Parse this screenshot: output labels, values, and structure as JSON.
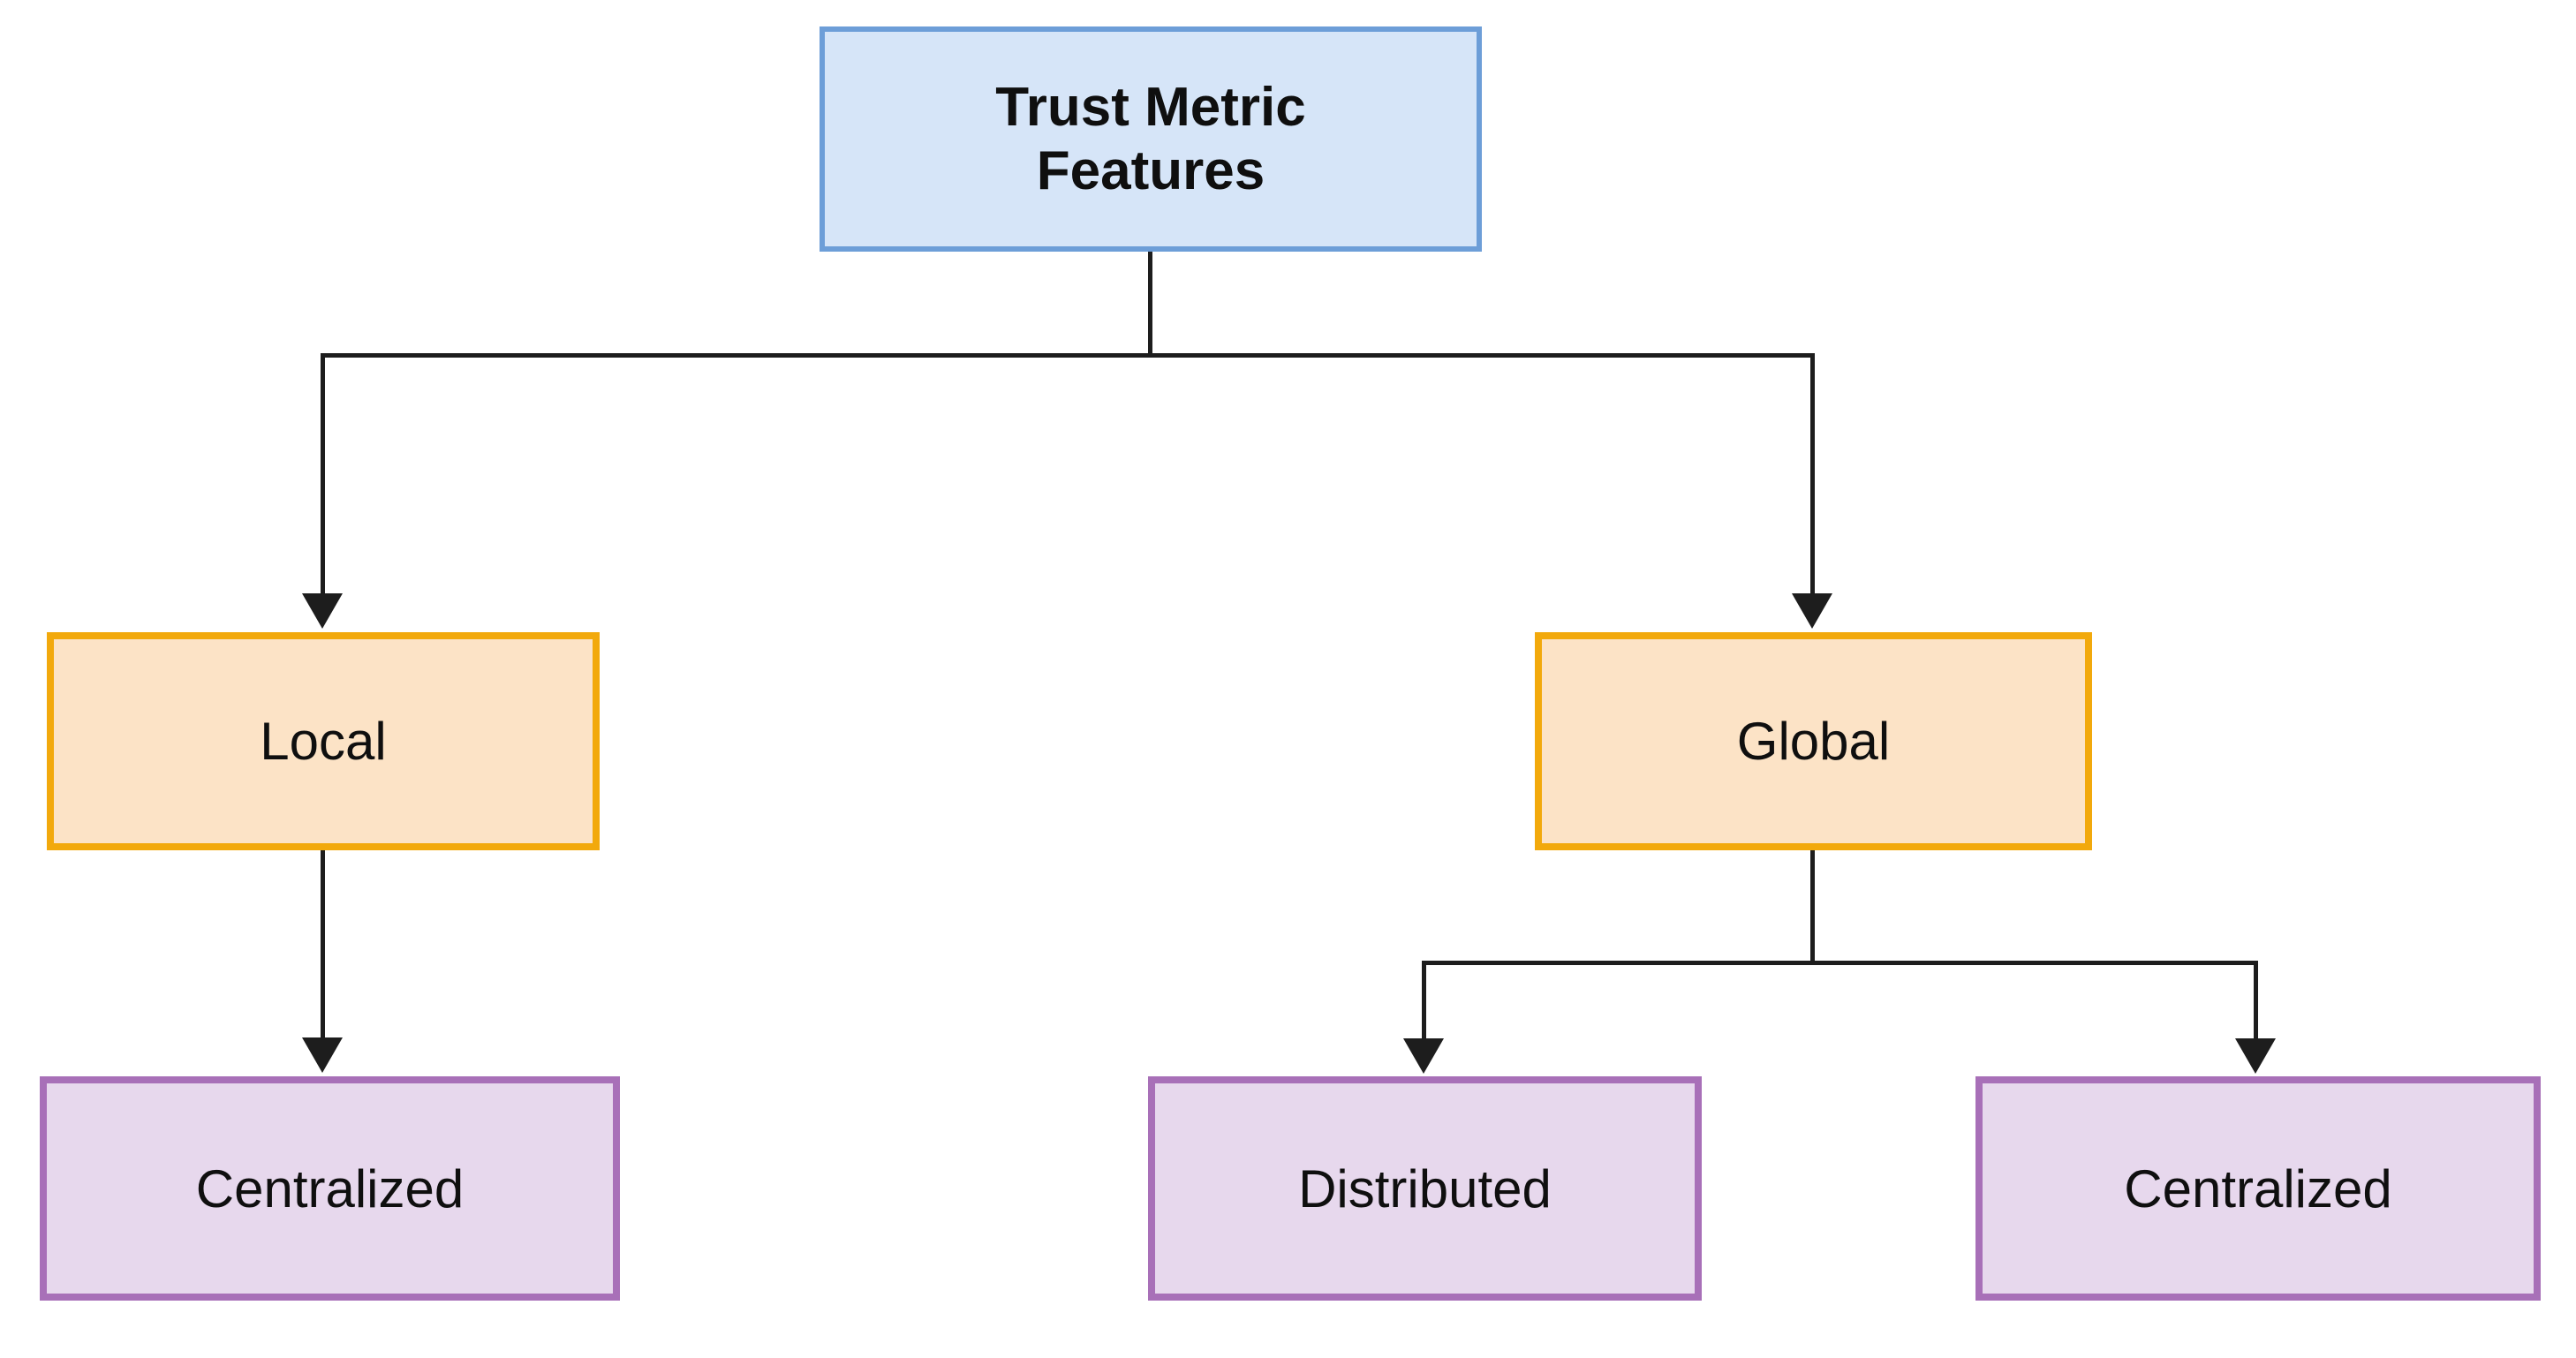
{
  "diagram": {
    "title": "Trust Metric Features taxonomy",
    "type": "tree-flowchart",
    "background_color": "#ffffff",
    "nodes": [
      {
        "id": "root",
        "label": "Trust Metric\nFeatures",
        "level": 1,
        "fill": "#d6e5f8",
        "stroke": "#6d9ed8",
        "text_color": "#0f0f0f"
      },
      {
        "id": "local",
        "label": "Local",
        "level": 2,
        "fill": "#fce3c6",
        "stroke": "#f2a90c",
        "text_color": "#0f0f0f"
      },
      {
        "id": "global",
        "label": "Global",
        "level": 2,
        "fill": "#fce3c6",
        "stroke": "#f2a90c",
        "text_color": "#0f0f0f"
      },
      {
        "id": "centralized_local",
        "label": "Centralized",
        "level": 3,
        "fill": "#e7d8ed",
        "stroke": "#a870b8",
        "text_color": "#0f0f0f"
      },
      {
        "id": "distributed_global",
        "label": "Distributed",
        "level": 3,
        "fill": "#e7d8ed",
        "stroke": "#a870b8",
        "text_color": "#0f0f0f"
      },
      {
        "id": "centralized_global",
        "label": "Centralized",
        "level": 3,
        "fill": "#e7d8ed",
        "stroke": "#a870b8",
        "text_color": "#0f0f0f"
      }
    ],
    "edges": [
      {
        "from": "root",
        "to": "local",
        "style": "orthogonal-arrow",
        "color": "#1d1d1d"
      },
      {
        "from": "root",
        "to": "global",
        "style": "orthogonal-arrow",
        "color": "#1d1d1d"
      },
      {
        "from": "local",
        "to": "centralized_local",
        "style": "straight-arrow",
        "color": "#1d1d1d"
      },
      {
        "from": "global",
        "to": "distributed_global",
        "style": "orthogonal-arrow",
        "color": "#1d1d1d"
      },
      {
        "from": "global",
        "to": "centralized_global",
        "style": "orthogonal-arrow",
        "color": "#1d1d1d"
      }
    ]
  }
}
